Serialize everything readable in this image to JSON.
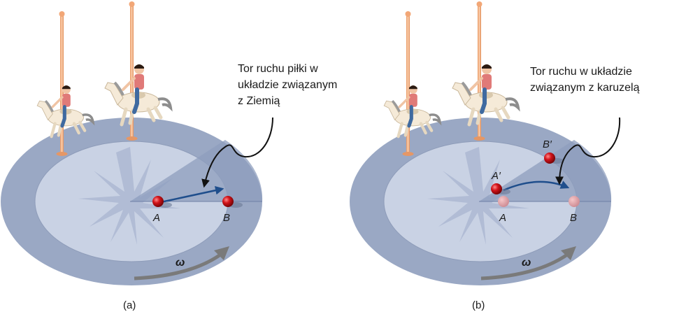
{
  "panels": [
    {
      "caption": "(a)",
      "annotation_lines": [
        "Tor ruchu piłki w",
        "układzie związanym",
        "z Ziemią"
      ],
      "point_a": "A",
      "point_b": "B",
      "omega": "ω"
    },
    {
      "caption": "(b)",
      "annotation_lines": [
        "Tor ruchu  w układzie",
        "związanym z karuzelą"
      ],
      "point_a": "A",
      "point_b": "B",
      "point_a_prime": "A′",
      "point_b_prime": "B′",
      "omega": "ω"
    }
  ],
  "colors": {
    "disk_outer": "#9aa8c4",
    "disk_inner": "#c9d2e4",
    "star": "#aeb9d3",
    "ball": "#d3131a",
    "path_arrow": "#1f4e8c",
    "omega_arrow": "#7a7a7a",
    "pole": "#f2a777",
    "horse": "#f5ead8",
    "shirt": "#e07a78",
    "jeans": "#3f6aa0"
  }
}
